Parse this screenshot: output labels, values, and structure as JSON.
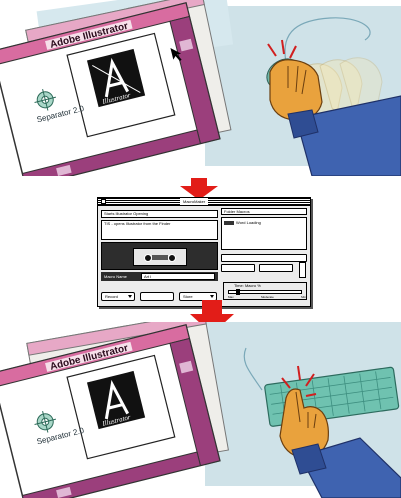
{
  "illustration_steps": [
    {
      "app_window": {
        "title": "Adobe Illustrator",
        "separator_label": "Separator 2.0",
        "logo_text": "Illustrator"
      }
    },
    {
      "app_window": {
        "title": "Adobe Illustrator",
        "separator_label": "Separator 2.0",
        "logo_text": "Illustrator"
      }
    }
  ],
  "macro_dialog": {
    "title": "MacroMaker",
    "description_field": "Starts Illustrator Opening",
    "comment_field": "TIS - opens Illustrator from the Finder",
    "name_label": "Macro Name",
    "name_value": "Art I",
    "buttons": [
      "Record",
      "",
      "Store"
    ],
    "folder_label": "Folder Macros",
    "files": [
      "Word Loading"
    ],
    "delay_label": "Time: Macro %",
    "delay_value": 0.1,
    "scale_labels": [
      "Max",
      "Moderate",
      "Min"
    ]
  }
}
